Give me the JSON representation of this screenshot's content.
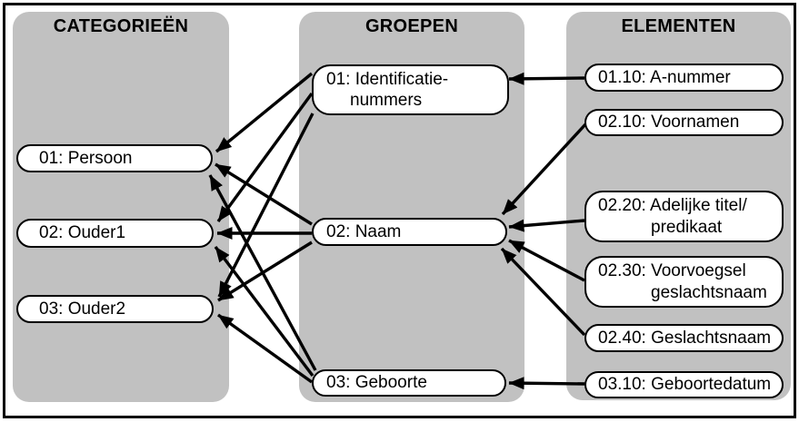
{
  "diagram": {
    "columns": [
      {
        "id": "categorieen",
        "title": "CATEGORIEËN",
        "items": [
          {
            "label": "01: Persoon"
          },
          {
            "label": "02: Ouder1"
          },
          {
            "label": "03: Ouder2"
          }
        ]
      },
      {
        "id": "groepen",
        "title": "GROEPEN",
        "items": [
          {
            "label": "01: Identificatie-\nnummers"
          },
          {
            "label": "02: Naam"
          },
          {
            "label": "03: Geboorte"
          }
        ]
      },
      {
        "id": "elementen",
        "title": "ELEMENTEN",
        "items": [
          {
            "label": "01.10: A-nummer"
          },
          {
            "label": "02.10: Voornamen"
          },
          {
            "label": "02.20: Adelijke titel/\npredikaat"
          },
          {
            "label": "02.30: Voorvoegsel\ngeslachtsnaam"
          },
          {
            "label": "02.40: Geslachtsnaam"
          },
          {
            "label": "03.10: Geboortedatum"
          }
        ]
      }
    ],
    "connections": {
      "elementen_to_groepen": [
        {
          "from": "01.10: A-nummer",
          "to": "01: Identificatie-nummers"
        },
        {
          "from": "02.10: Voornamen",
          "to": "02: Naam"
        },
        {
          "from": "02.20: Adelijke titel/predikaat",
          "to": "02: Naam"
        },
        {
          "from": "02.30: Voorvoegsel geslachtsnaam",
          "to": "02: Naam"
        },
        {
          "from": "02.40: Geslachtsnaam",
          "to": "02: Naam"
        },
        {
          "from": "03.10: Geboortedatum",
          "to": "03: Geboorte"
        }
      ],
      "groepen_to_categorieen": [
        {
          "from": "01: Identificatie-nummers",
          "to": "01: Persoon"
        },
        {
          "from": "01: Identificatie-nummers",
          "to": "02: Ouder1"
        },
        {
          "from": "01: Identificatie-nummers",
          "to": "03: Ouder2"
        },
        {
          "from": "02: Naam",
          "to": "01: Persoon"
        },
        {
          "from": "02: Naam",
          "to": "02: Ouder1"
        },
        {
          "from": "02: Naam",
          "to": "03: Ouder2"
        },
        {
          "from": "03: Geboorte",
          "to": "01: Persoon"
        },
        {
          "from": "03: Geboorte",
          "to": "02: Ouder1"
        },
        {
          "from": "03: Geboorte",
          "to": "03: Ouder2"
        }
      ]
    },
    "colors": {
      "panel_gray": "#c1c1c1",
      "node_fill": "#ffffff",
      "line_black": "#000000"
    }
  }
}
